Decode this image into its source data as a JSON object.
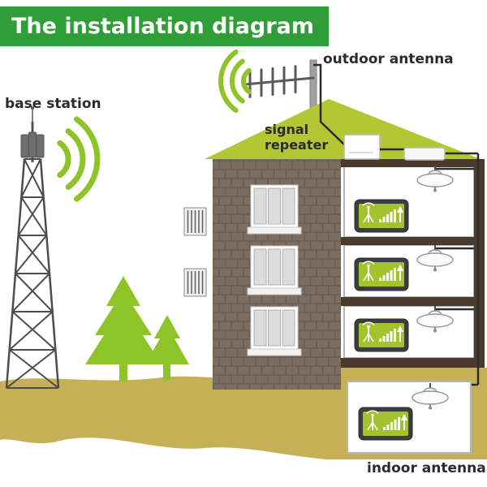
{
  "header": {
    "title": "The installation diagram"
  },
  "labels": {
    "base_station": "base station",
    "outdoor_antenna": "outdoor antenna",
    "signal_repeater_line1": "signal",
    "signal_repeater_line2": "repeater",
    "indoor_antenna": "indoor antenna"
  },
  "colors": {
    "banner_green": "#2f9e36",
    "accent_green": "#8ec428",
    "roof_green": "#b2c733",
    "brick_brown": "#7b6d62",
    "mortar_brown": "#695c53",
    "ground_tan": "#c6b057",
    "wall_dark_brown": "#4a3a2b",
    "phone_screen_green": "#a2c32d",
    "cable_black": "#2b2b2b"
  },
  "icons": {
    "base_station_tower": "lattice tower with antenna panels",
    "signal_waves": "three green arcs",
    "outdoor_antenna": "yagi antenna on mast",
    "signal_repeater": "white repeater box",
    "ceiling_antenna": "dome ceiling antenna",
    "phone": "phone showing signal bars"
  }
}
